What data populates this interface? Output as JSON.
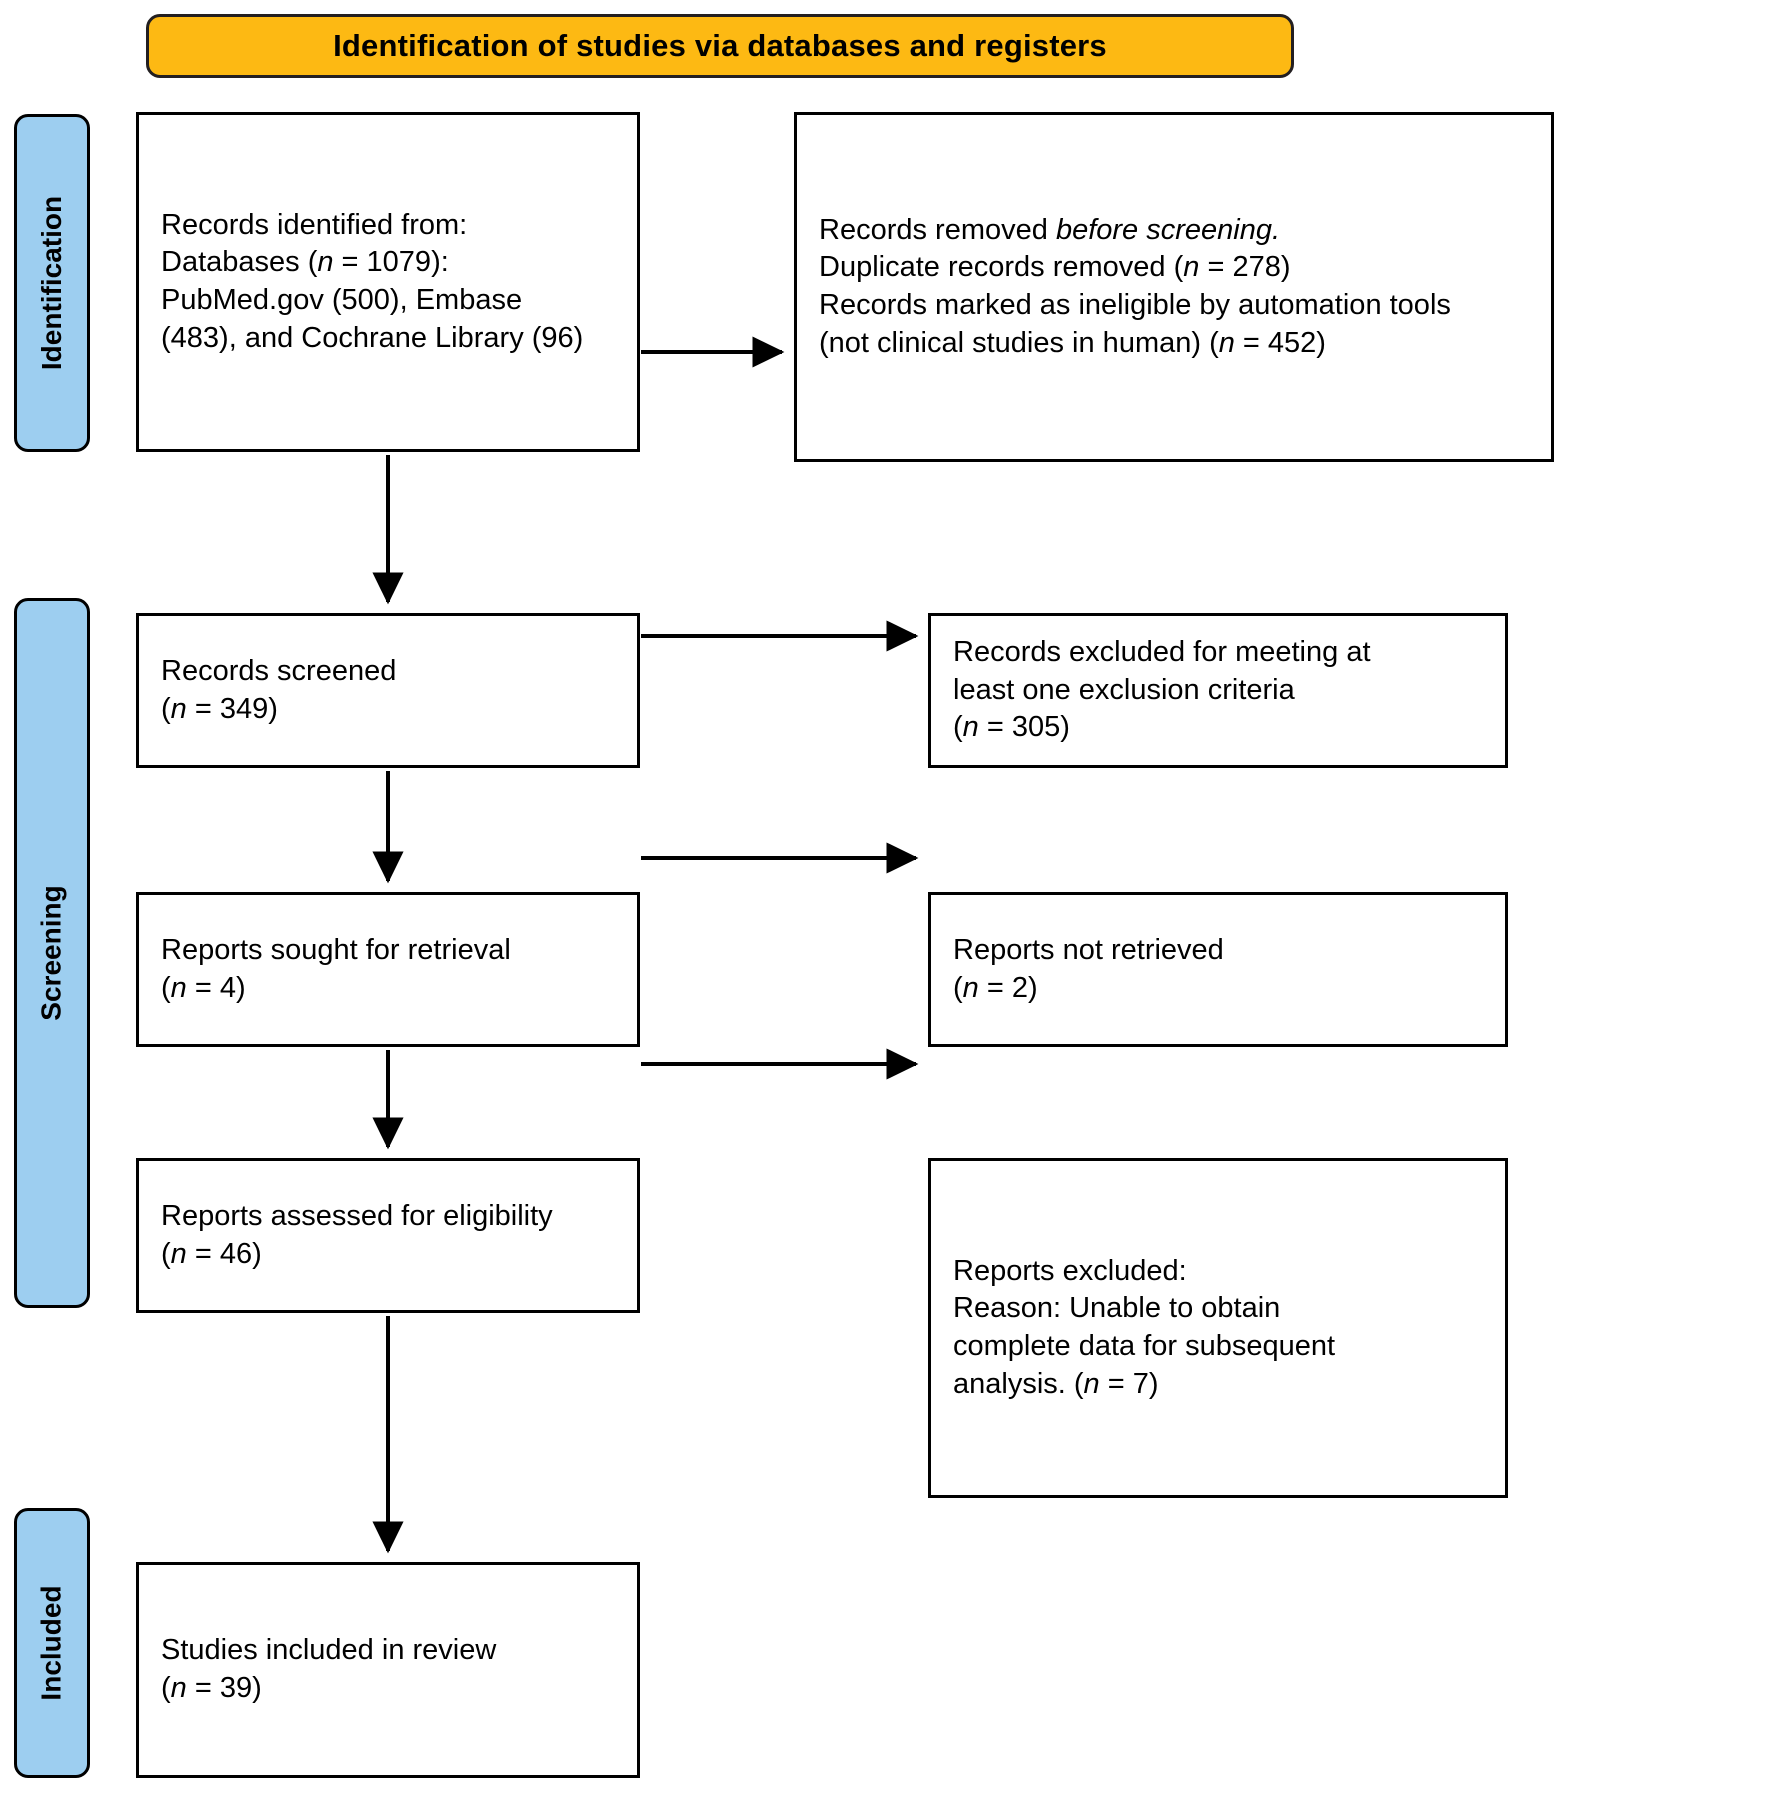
{
  "banner": {
    "title": "Identification of studies via databases and registers",
    "bg_color": "#FDB913"
  },
  "stages": [
    {
      "key": "identification",
      "label": "Identification",
      "bg_color": "#9DCEF0"
    },
    {
      "key": "screening",
      "label": "Screening",
      "bg_color": "#9DCEF0"
    },
    {
      "key": "included",
      "label": "Included",
      "bg_color": "#9DCEF0"
    }
  ],
  "boxes": {
    "records_identified": {
      "name": "Records identified from",
      "lines": [
        "Records identified from:",
        "Databases (n = 1079):",
        "PubMed.gov (500), Embase",
        "(483), and Cochrane Library (96)"
      ],
      "line1": "Records identified from:",
      "line2_pre": "Databases (",
      "line2_n": "n",
      "line2_post": " = 1079):",
      "line3": "PubMed.gov (500), Embase",
      "line4": "(483), and Cochrane Library (96)"
    },
    "records_removed": {
      "name": "Records removed before screening",
      "line1_pre": "Records removed ",
      "line1_ital": "before screening.",
      "line2_pre": "Duplicate records removed (",
      "line2_n": "n",
      "line2_post": " = 278)",
      "line3": "Records marked as ineligible by automation tools",
      "line4_pre": "(not clinical studies in human) (",
      "line4_n": "n",
      "line4_post": " = 452)"
    },
    "records_screened": {
      "name": "Records screened",
      "line1": "Records screened",
      "line2_pre": "(",
      "line2_n": "n",
      "line2_post": " = 349)"
    },
    "records_excluded": {
      "name": "Records excluded for meeting at least one exclusion criteria",
      "line1": "Records excluded for meeting at",
      "line2": "least one exclusion criteria",
      "line3_pre": "(",
      "line3_n": "n",
      "line3_post": " = 305)"
    },
    "reports_sought": {
      "name": "Reports sought for retrieval",
      "line1": "Reports sought for retrieval",
      "line2_pre": "(",
      "line2_n": "n",
      "line2_post": " = 4)"
    },
    "reports_not_retrieved": {
      "name": "Reports not retrieved",
      "line1": "Reports not retrieved",
      "line2_pre": "(",
      "line2_n": "n",
      "line2_post": " = 2)"
    },
    "reports_assessed": {
      "name": "Reports assessed for eligibility",
      "line1": "Reports assessed for eligibility",
      "line2_pre": "(",
      "line2_n": "n",
      "line2_post": " = 46)"
    },
    "reports_excluded": {
      "name": "Reports excluded",
      "line1": "Reports excluded:",
      "line2": "Reason: Unable to obtain",
      "line3": "complete data for subsequent",
      "line4_pre": "analysis. (",
      "line4_n": "n",
      "line4_post": " = 7)"
    },
    "studies_included": {
      "name": "Studies included in review",
      "line1": "Studies included in review",
      "line2_pre": "(",
      "line2_n": "n",
      "line2_post": " = 39)"
    }
  },
  "flow": {
    "type": "prisma-flow",
    "arrows": [
      {
        "from": "records_identified",
        "to": "records_removed",
        "direction": "right"
      },
      {
        "from": "records_identified",
        "to": "records_screened",
        "direction": "down"
      },
      {
        "from": "records_screened",
        "to": "records_excluded",
        "direction": "right"
      },
      {
        "from": "records_screened",
        "to": "reports_sought",
        "direction": "down"
      },
      {
        "from": "reports_sought",
        "to": "reports_not_retrieved",
        "direction": "right"
      },
      {
        "from": "reports_sought",
        "to": "reports_assessed",
        "direction": "down"
      },
      {
        "from": "reports_assessed",
        "to": "reports_excluded",
        "direction": "right"
      },
      {
        "from": "reports_assessed",
        "to": "studies_included",
        "direction": "down"
      }
    ]
  }
}
